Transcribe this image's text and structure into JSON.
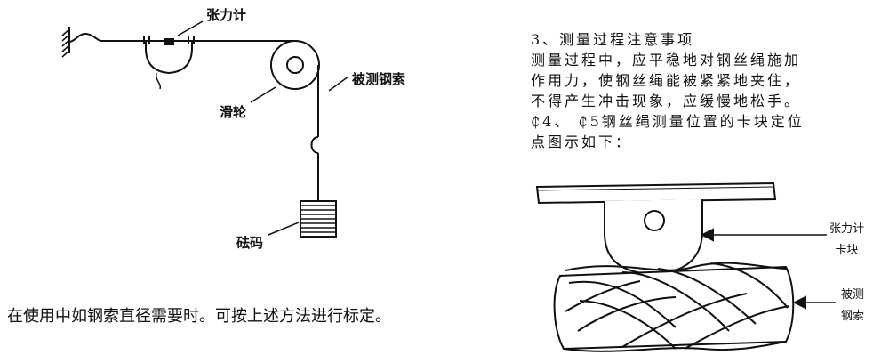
{
  "left_figure": {
    "tensiometer_label": "张力计",
    "pulley_label": "滑轮",
    "rope_label": "被测钢索",
    "weight_label": "砝码"
  },
  "caption": "在使用中如钢索直径需要时。可按上述方法进行标定。",
  "notes": {
    "title": "3、测量过程注意事项",
    "lines": [
      "测量过程中，应平稳地对钢丝绳施加",
      "作用力，使钢丝绳能被紧紧地夹住，",
      "不得产生冲击现象，应缓慢地松手。",
      "₵4、 ₵5钢丝绳测量位置的卡块定位",
      "点图示如下："
    ]
  },
  "right_figure": {
    "tensiometer_line1": "张力计",
    "tensiometer_line2": "卡块",
    "rope_line1": "被测",
    "rope_line2": "钢索"
  }
}
